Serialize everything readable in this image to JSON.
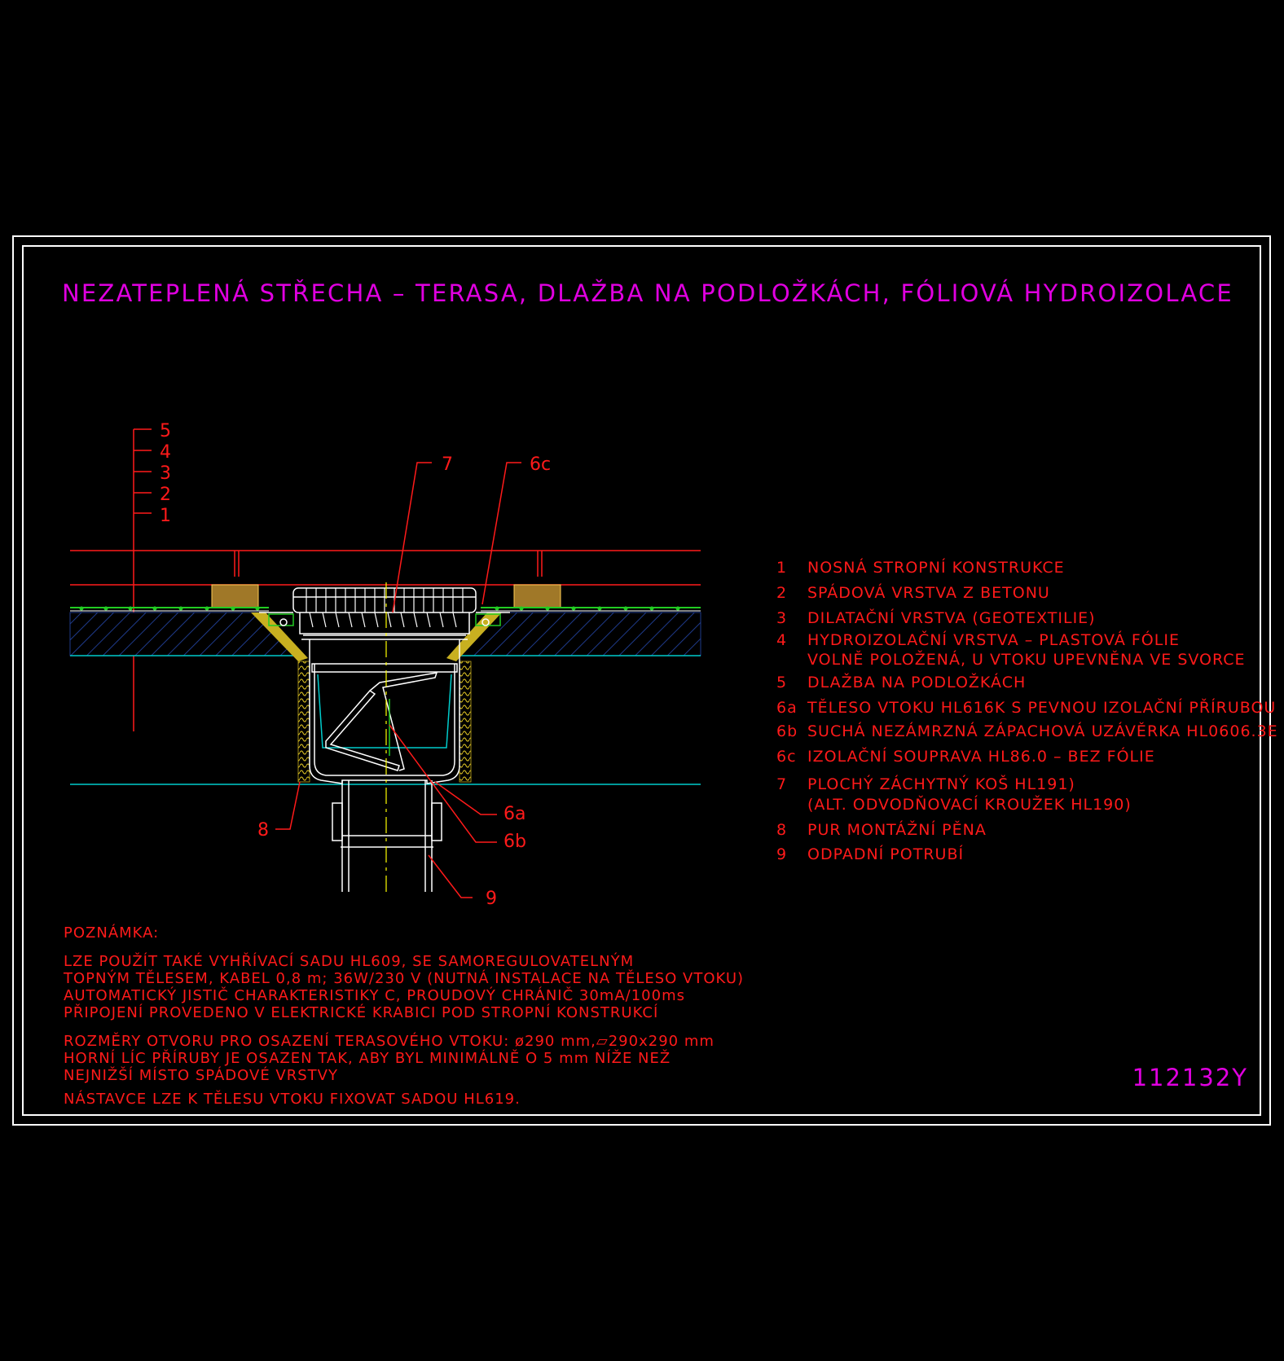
{
  "title": "NEZATEPLENÁ STŘECHA – TERASA, DLAŽBA NA PODLOŽKÁCH, FÓLIOVÁ HYDROIZOLACE",
  "drawing_code": "112132Y",
  "layer_callouts": [
    "5",
    "4",
    "3",
    "2",
    "1"
  ],
  "part_callouts": {
    "c7": "7",
    "c6c": "6c",
    "c6a": "6a",
    "c6b": "6b",
    "c8": "8",
    "c9": "9"
  },
  "legend": [
    {
      "num": "1",
      "lines": [
        "NOSNÁ STROPNÍ KONSTRUKCE"
      ]
    },
    {
      "num": "2",
      "lines": [
        "SPÁDOVÁ VRSTVA Z BETONU"
      ]
    },
    {
      "num": "3",
      "lines": [
        "DILATAČNÍ VRSTVA (GEOTEXTILIE)"
      ]
    },
    {
      "num": "4",
      "lines": [
        "HYDROIZOLAČNÍ VRSTVA – PLASTOVÁ FÓLIE",
        "VOLNĚ POLOŽENÁ, U VTOKU UPEVNĚNA VE SVORCE"
      ]
    },
    {
      "num": "5",
      "lines": [
        "DLAŽBA NA PODLOŽKÁCH"
      ]
    },
    {
      "num": "6a",
      "lines": [
        "TĚLESO VTOKU HL616K S PEVNOU IZOLAČNÍ PŘÍRUBOU"
      ]
    },
    {
      "num": "6b",
      "lines": [
        "SUCHÁ NEZÁMRZNÁ ZÁPACHOVÁ UZÁVĚRKA HL0606.3E"
      ]
    },
    {
      "num": "6c",
      "lines": [
        "IZOLAČNÍ SOUPRAVA HL86.0 – BEZ FÓLIE"
      ]
    },
    {
      "num": "7",
      "lines": [
        "PLOCHÝ ZÁCHYTNÝ KOŠ HL191)",
        "(ALT. ODVODŇOVACÍ KROUŽEK HL190)"
      ]
    },
    {
      "num": "8",
      "lines": [
        "PUR MONTÁŽNÍ PĚNA"
      ]
    },
    {
      "num": "9",
      "lines": [
        "ODPADNÍ POTRUBÍ"
      ]
    }
  ],
  "notes": {
    "heading": "POZNÁMKA:",
    "paragraph1": [
      "LZE POUŽÍT TAKÉ VYHŘÍVACÍ SADU HL609, SE SAMOREGULOVATELNÝM",
      "TOPNÝM TĚLESEM, KABEL 0,8 m; 36W/230 V (NUTNÁ INSTALACE NA TĚLESO VTOKU)",
      "AUTOMATICKÝ JISTIČ CHARAKTERISTIKY C, PROUDOVÝ CHRÁNIČ 30mA/100ms",
      "PŘIPOJENÍ PROVEDENO V ELEKTRICKÉ KRABICI POD STROPNÍ KONSTRUKCÍ"
    ],
    "paragraph2": [
      "ROZMĚRY OTVORU PRO OSAZENÍ TERASOVÉHO VTOKU: ø290 mm,▱290x290 mm",
      "HORNÍ LÍC PŘÍRUBY JE OSAZEN TAK, ABY BYL MINIMÁLNĚ O 5 mm NÍŽE NEŽ",
      "NEJNIŽŠÍ MÍSTO SPÁDOVÉ VRSTVY"
    ],
    "paragraph3": "NÁSTAVCE LZE K TĚLESU VTOKU FIXOVAT SADOU HL619."
  },
  "colors": {
    "background": "#000000",
    "frame": "#ffffff",
    "title": "#e000e0",
    "text": "#ff1a1a",
    "concrete": "#1e3a8a",
    "membrane": "#22cc22",
    "foam": "#c8b020",
    "pad": "#a07828",
    "axis": "#ffff00",
    "cyan": "#00cccc"
  }
}
